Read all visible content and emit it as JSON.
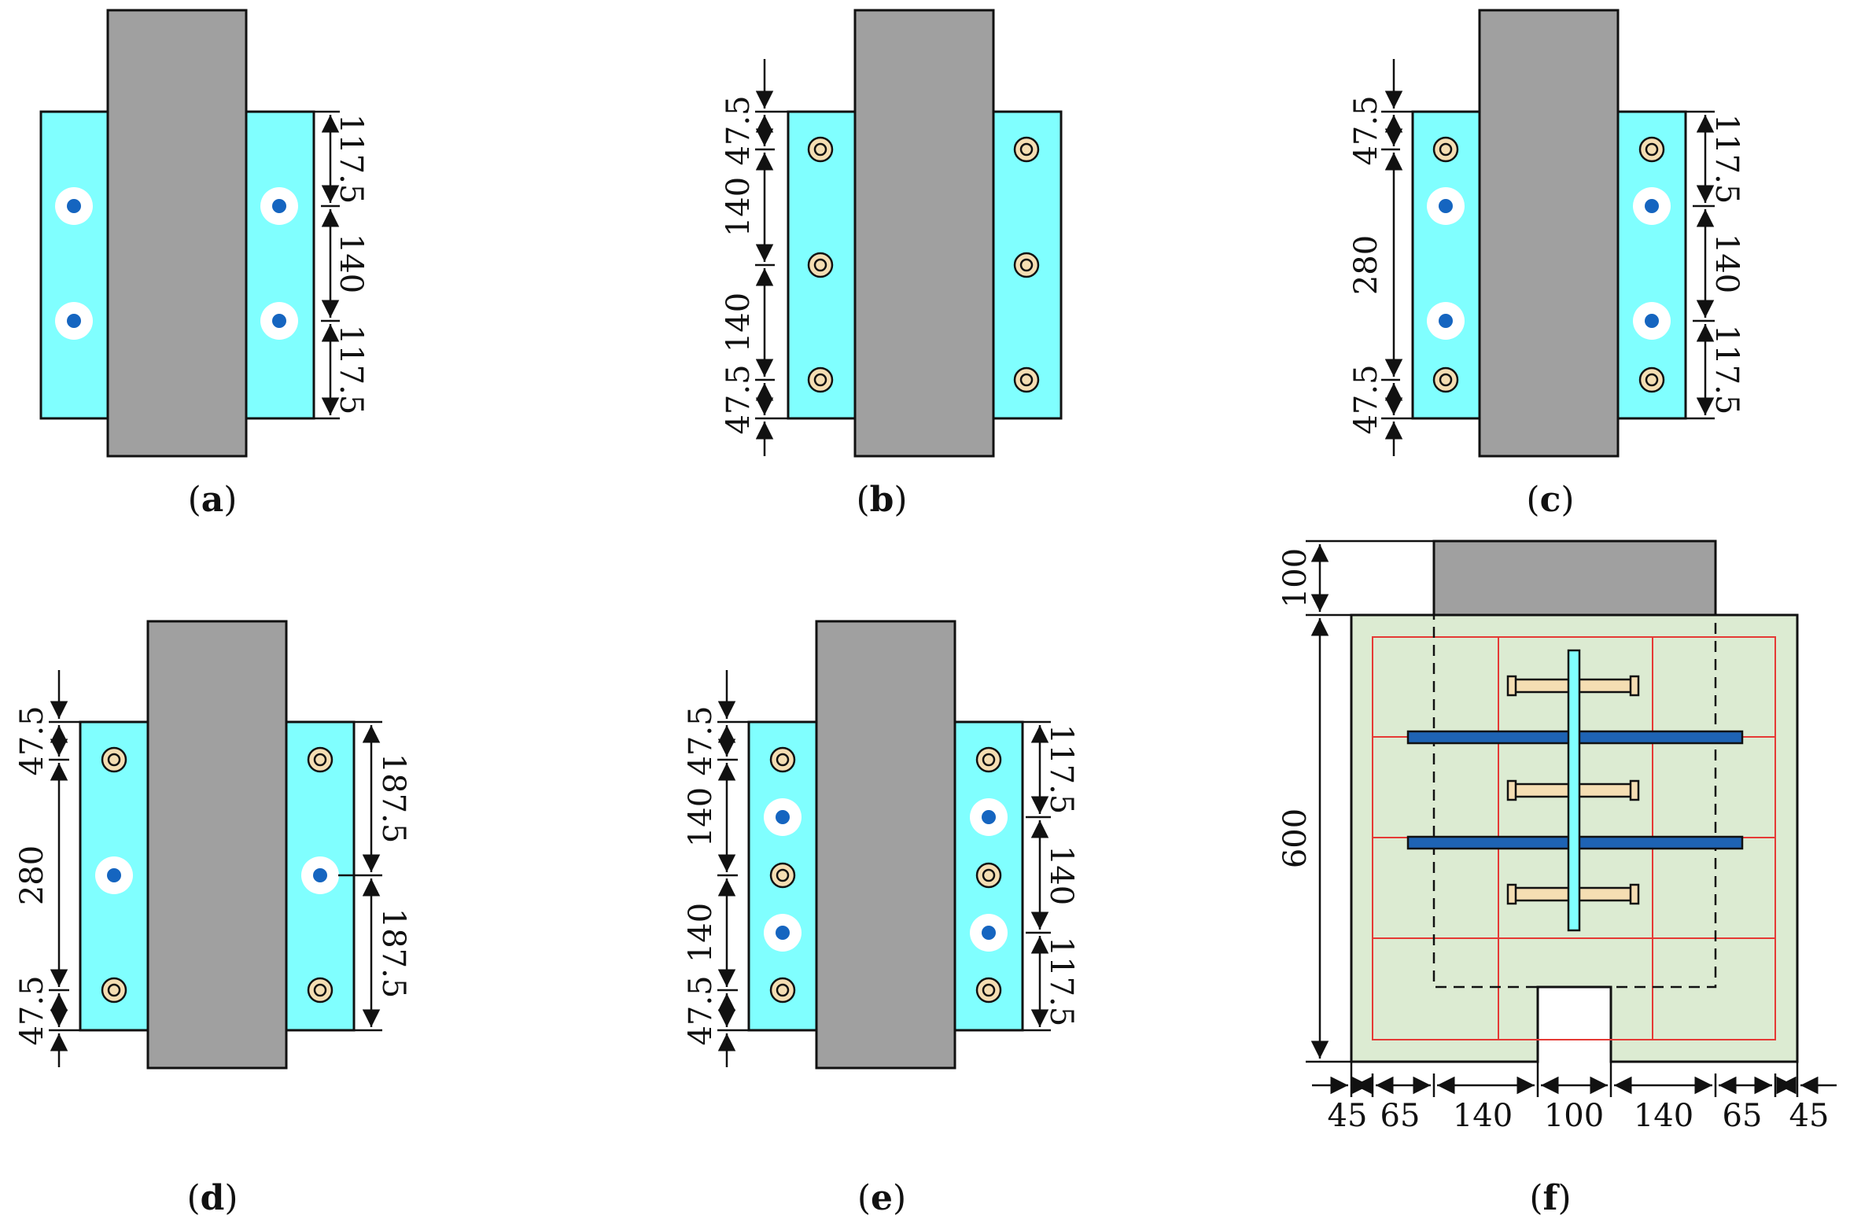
{
  "colors": {
    "plate": "#80ffff",
    "column": "#a0a0a0",
    "bolt_outer": "#f5deb3",
    "anchor_dot": "#1565c0",
    "anchor_ring": "#ffffff",
    "slab": "#dcebd2",
    "rebar": "#e53935",
    "beam": "#1e63b4",
    "stud": "#f5deb3"
  },
  "icons": {
    "bolt": "bolt-icon",
    "anchor": "anchor-icon",
    "arrow": "arrow-icon"
  },
  "panels": [
    {
      "id": "a",
      "caption_open": "(",
      "caption_letter": "a",
      "caption_close": ")",
      "right_dims": [
        "117.5",
        "140",
        "117.5"
      ],
      "left_dims": []
    },
    {
      "id": "b",
      "caption_open": "(",
      "caption_letter": "b",
      "caption_close": ")",
      "right_dims": [],
      "left_dims": [
        "47.5",
        "140",
        "140",
        "47.5"
      ]
    },
    {
      "id": "c",
      "caption_open": "(",
      "caption_letter": "c",
      "caption_close": ")",
      "right_dims": [
        "117.5",
        "140",
        "117.5"
      ],
      "left_dims": [
        "47.5",
        "280",
        "47.5"
      ]
    },
    {
      "id": "d",
      "caption_open": "(",
      "caption_letter": "d",
      "caption_close": ")",
      "right_dims": [
        "187.5",
        "187.5"
      ],
      "left_dims": [
        "47.5",
        "280",
        "47.5"
      ]
    },
    {
      "id": "e",
      "caption_open": "(",
      "caption_letter": "e",
      "caption_close": ")",
      "right_dims": [
        "117.5",
        "140",
        "117.5"
      ],
      "left_dims": [
        "47.5",
        "140",
        "140",
        "47.5"
      ]
    },
    {
      "id": "f",
      "caption_open": "(",
      "caption_letter": "f",
      "caption_close": ")",
      "left_dims": [
        "100",
        "600"
      ],
      "bottom_dims": [
        "45",
        "65",
        "140",
        "100",
        "140",
        "65",
        "45"
      ]
    }
  ]
}
